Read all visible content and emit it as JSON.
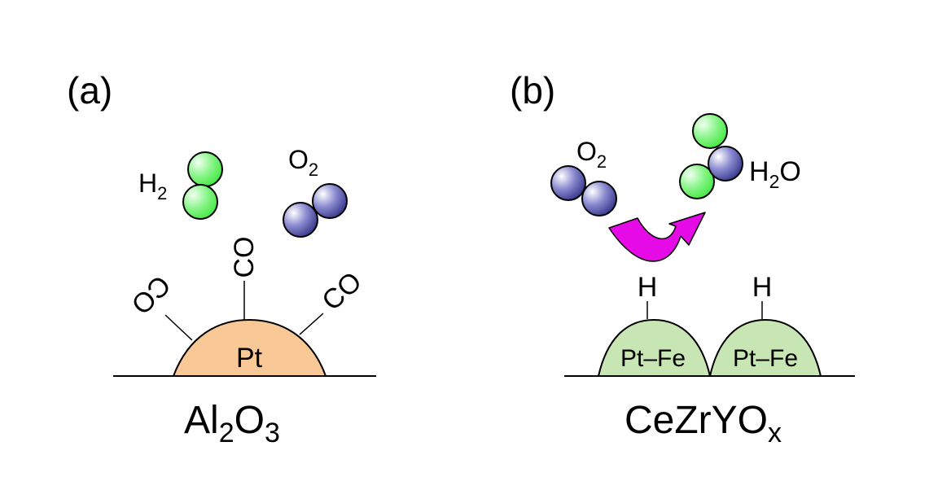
{
  "panels": {
    "a": {
      "label": "(a)",
      "h2": {
        "main": "H",
        "sub": "2"
      },
      "o2": {
        "main": "O",
        "sub": "2"
      },
      "co_left": "CO",
      "co_top": "CO",
      "co_right": "CO",
      "particle": "Pt",
      "support": {
        "p1": "Al",
        "s1": "2",
        "p2": "O",
        "s2": "3"
      }
    },
    "b": {
      "label": "(b)",
      "o2": {
        "main": "O",
        "sub": "2"
      },
      "h2o": {
        "p1": "H",
        "s1": "2",
        "p2": "O"
      },
      "h_left": "H",
      "h_right": "H",
      "particle_left": "Pt–Fe",
      "particle_right": "Pt–Fe",
      "support": {
        "main": "CeZrYO",
        "sub": "x"
      }
    }
  },
  "colors": {
    "pt_particle": "#f8c896",
    "ptfe_particle": "#c8e6b4",
    "hydrogen_atom": "#3ee83e",
    "oxygen_atom": "#3a3a96",
    "arrow": "#e60ae6"
  }
}
